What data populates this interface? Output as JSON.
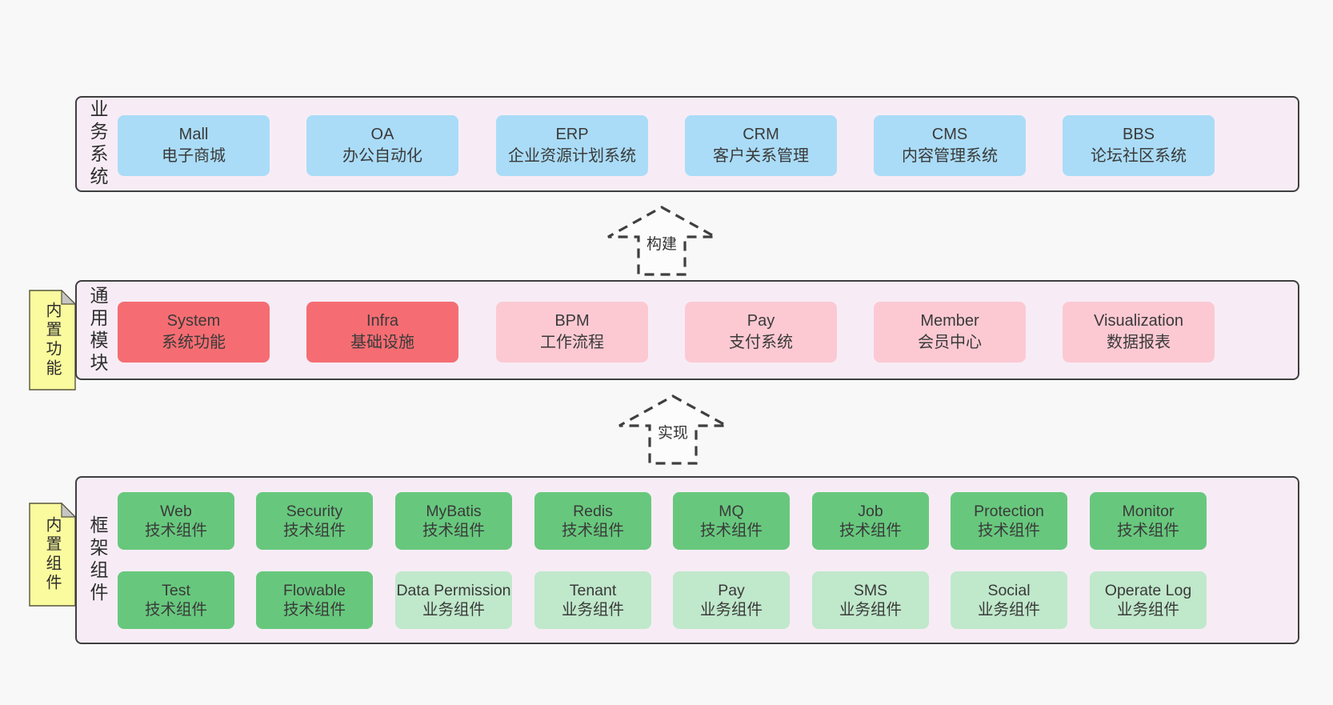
{
  "page": {
    "background": "#f8f8f8"
  },
  "colors": {
    "band_bg": "#f7ecf5",
    "band_border": "#3f3f3f",
    "blue": "#aadcf7",
    "red": "#f56d72",
    "pink": "#fcc9d3",
    "green": "#67c87d",
    "green_light": "#c0e8cb",
    "sticky_yellow": "#fafa9e",
    "sticky_fold": "#c6c6c6",
    "text": "#3a3a3a"
  },
  "arrows": [
    {
      "label": "构建"
    },
    {
      "label": "实现"
    }
  ],
  "bands": [
    {
      "label": "业务系统",
      "boxes": [
        {
          "en": "Mall",
          "zh": "电子商城"
        },
        {
          "en": "OA",
          "zh": "办公自动化"
        },
        {
          "en": "ERP",
          "zh": "企业资源计划系统"
        },
        {
          "en": "CRM",
          "zh": "客户关系管理"
        },
        {
          "en": "CMS",
          "zh": "内容管理系统"
        },
        {
          "en": "BBS",
          "zh": "论坛社区系统"
        }
      ]
    },
    {
      "label": "通用模块",
      "sticky": "内置功能",
      "boxes": [
        {
          "en": "System",
          "zh": "系统功能"
        },
        {
          "en": "Infra",
          "zh": "基础设施"
        },
        {
          "en": "BPM",
          "zh": "工作流程"
        },
        {
          "en": "Pay",
          "zh": "支付系统"
        },
        {
          "en": "Member",
          "zh": "会员中心"
        },
        {
          "en": "Visualization",
          "zh": "数据报表"
        }
      ]
    },
    {
      "label": "框架组件",
      "sticky": "内置组件",
      "row1": [
        {
          "en": "Web",
          "zh": "技术组件"
        },
        {
          "en": "Security",
          "zh": "技术组件"
        },
        {
          "en": "MyBatis",
          "zh": "技术组件"
        },
        {
          "en": "Redis",
          "zh": "技术组件"
        },
        {
          "en": "MQ",
          "zh": "技术组件"
        },
        {
          "en": "Job",
          "zh": "技术组件"
        },
        {
          "en": "Protection",
          "zh": "技术组件"
        },
        {
          "en": "Monitor",
          "zh": "技术组件"
        }
      ],
      "row2": [
        {
          "en": "Test",
          "zh": "技术组件"
        },
        {
          "en": "Flowable",
          "zh": "技术组件"
        },
        {
          "en": "Data Permission",
          "zh": "业务组件"
        },
        {
          "en": "Tenant",
          "zh": "业务组件"
        },
        {
          "en": "Pay",
          "zh": "业务组件"
        },
        {
          "en": "SMS",
          "zh": "业务组件"
        },
        {
          "en": "Social",
          "zh": "业务组件"
        },
        {
          "en": "Operate Log",
          "zh": "业务组件"
        }
      ]
    }
  ]
}
